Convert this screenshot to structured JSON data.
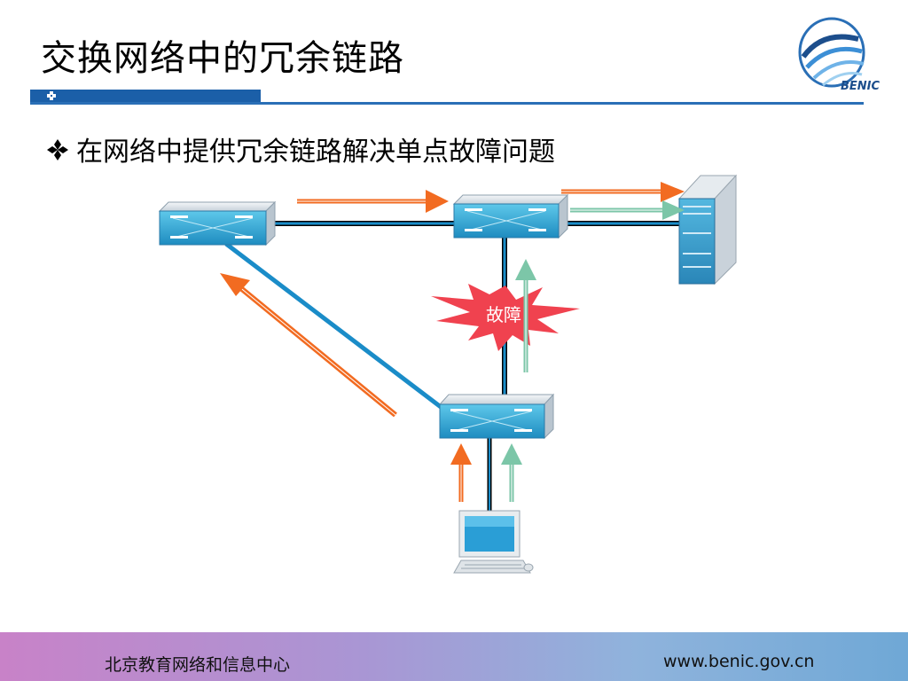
{
  "slide": {
    "title": "交换网络中的冗余链路",
    "bullet": "在网络中提供冗余链路解决单点故障问题",
    "logo_text": "BENIC"
  },
  "diagram": {
    "failure_label": "故障",
    "colors": {
      "link": "#1a3f73",
      "link_diag": "#1a8cc8",
      "arrow_orange": "#f26b21",
      "arrow_green": "#7cc6a8",
      "burst": "#f0424f"
    }
  },
  "footer": {
    "organization": "北京教育网络和信息中心",
    "website": "www.benic.gov.cn"
  }
}
